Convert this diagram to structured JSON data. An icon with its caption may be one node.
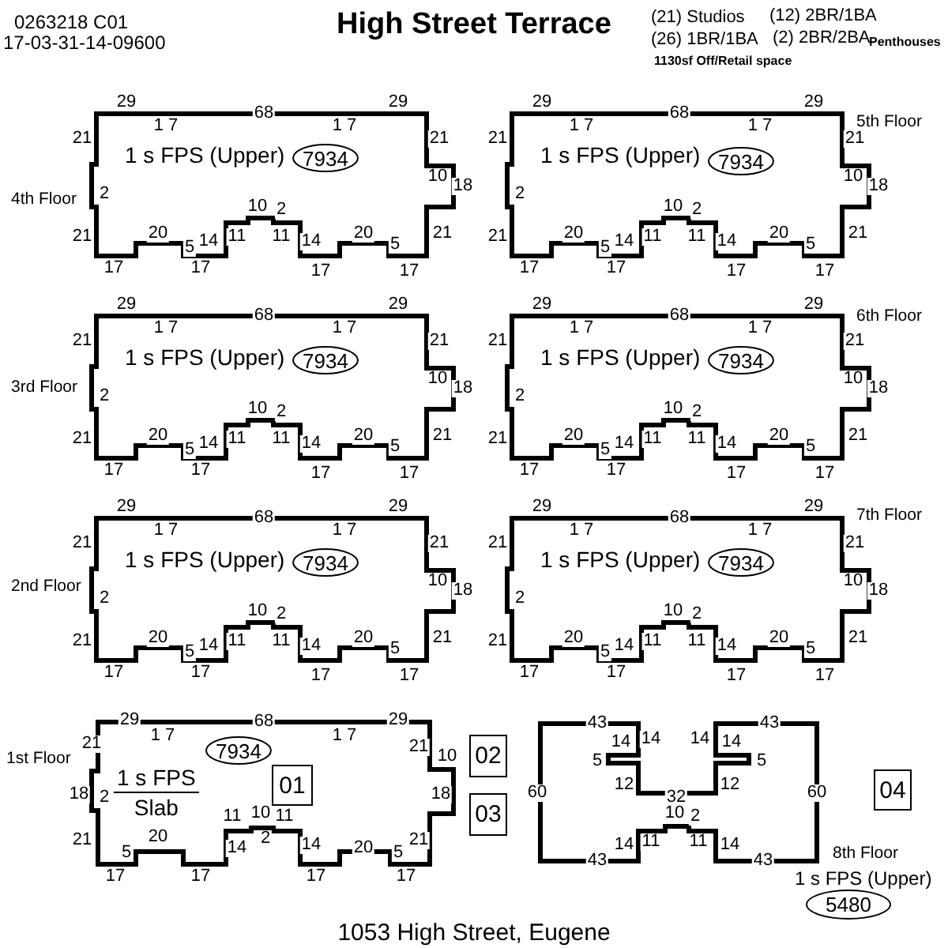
{
  "diagram": {
    "title": "High Street Terrace",
    "caption": "1053 High Street, Eugene",
    "nodes": [
      {
        "text": [
          "1 s FPS  (Upper)"
        ],
        "beside": [
          "4th Floor"
        ]
      },
      {
        "text": [
          "7934"
        ],
        "in": 0
      },
      {
        "text": [
          "1 s FPS  (Upper)"
        ],
        "beside": [
          "5th Floor"
        ]
      },
      {
        "text": [
          "7934"
        ],
        "in": 2
      },
      {
        "text": [
          "1 s FPS  (Upper)"
        ],
        "beside": [
          "3rd Floor"
        ]
      },
      {
        "text": [
          "7934"
        ],
        "in": 4
      },
      {
        "text": [
          "1 s FPS  (Upper)"
        ],
        "beside": [
          "6th Floor"
        ]
      },
      {
        "text": [
          "7934"
        ],
        "in": 6
      },
      {
        "text": [
          "1 s FPS  (Upper)"
        ],
        "beside": [
          "2nd Floor"
        ]
      },
      {
        "text": [
          "7934"
        ],
        "in": 8
      },
      {
        "text": [
          "1 s FPS  (Upper)"
        ],
        "beside": [
          "7th Floor"
        ]
      },
      {
        "text": [
          "7934"
        ],
        "in": 10
      },
      {
        "text": [
          "1 s FPS",
          "Slab"
        ],
        "beside": [
          "1st Floor"
        ]
      },
      {
        "text": [
          "7934"
        ],
        "in": 12
      },
      {
        "text": [
          "01"
        ],
        "in": 12
      },
      {
        "text": [
          "02"
        ]
      },
      {
        "text": [
          "03"
        ]
      },
      {
        "text": [],
        "shape": "box",
        "beside": [
          "8th Floor"
        ]
      },
      {
        "text": [
          "04"
        ]
      },
      {
        "text": [
          "5480"
        ],
        "beside": [
          "1 s FPS  (Upper)"
        ]
      }
    ],
    "labels": [
      "0263218 C01",
      "17-03-31-14-09600",
      "(21) Studios",
      "(12) 2BR/1BA",
      "(26) 1BR/1BA",
      "(2) 2BR/2BA",
      "Penthouses",
      "1130sf Off/Retail space",
      "29",
      "68",
      "29",
      "1 7",
      "1 7",
      "21",
      "21",
      "2",
      "10",
      "18",
      "10",
      "2",
      "21",
      "20",
      "5",
      "14",
      "11",
      "11",
      "14",
      "20",
      "5",
      "21",
      "17",
      "17",
      "17",
      "17",
      "29",
      "68",
      "29",
      "1 7",
      "1 7",
      "21",
      "21",
      "2",
      "10",
      "18",
      "10",
      "2",
      "21",
      "20",
      "5",
      "14",
      "11",
      "11",
      "14",
      "20",
      "5",
      "21",
      "17",
      "17",
      "17",
      "17",
      "29",
      "68",
      "29",
      "1 7",
      "1 7",
      "21",
      "21",
      "2",
      "10",
      "18",
      "10",
      "2",
      "21",
      "20",
      "5",
      "14",
      "11",
      "11",
      "14",
      "20",
      "5",
      "21",
      "17",
      "17",
      "17",
      "17",
      "29",
      "68",
      "29",
      "1 7",
      "1 7",
      "21",
      "21",
      "2",
      "10",
      "18",
      "10",
      "2",
      "21",
      "20",
      "5",
      "14",
      "11",
      "11",
      "14",
      "20",
      "5",
      "21",
      "17",
      "17",
      "17",
      "17",
      "29",
      "68",
      "29",
      "1 7",
      "1 7",
      "21",
      "21",
      "2",
      "10",
      "18",
      "10",
      "2",
      "21",
      "20",
      "5",
      "14",
      "11",
      "11",
      "14",
      "20",
      "5",
      "21",
      "17",
      "17",
      "17",
      "17",
      "29",
      "68",
      "29",
      "1 7",
      "1 7",
      "21",
      "21",
      "2",
      "10",
      "18",
      "10",
      "2",
      "21",
      "20",
      "5",
      "14",
      "11",
      "11",
      "14",
      "20",
      "5",
      "21",
      "17",
      "17",
      "17",
      "17",
      "29",
      "68",
      "29",
      "1 7",
      "1 7",
      "21",
      "21",
      "10",
      "18",
      "2",
      "18",
      "11",
      "10",
      "11",
      "21",
      "5",
      "20",
      "14",
      "2",
      "14",
      "20",
      "5",
      "21",
      "17",
      "17",
      "17",
      "17",
      "43",
      "43",
      "14",
      "14",
      "14",
      "14",
      "5",
      "5",
      "60",
      "12",
      "32",
      "12",
      "60",
      "10",
      "2",
      "14",
      "11",
      "11",
      "14",
      "43",
      "43"
    ]
  }
}
